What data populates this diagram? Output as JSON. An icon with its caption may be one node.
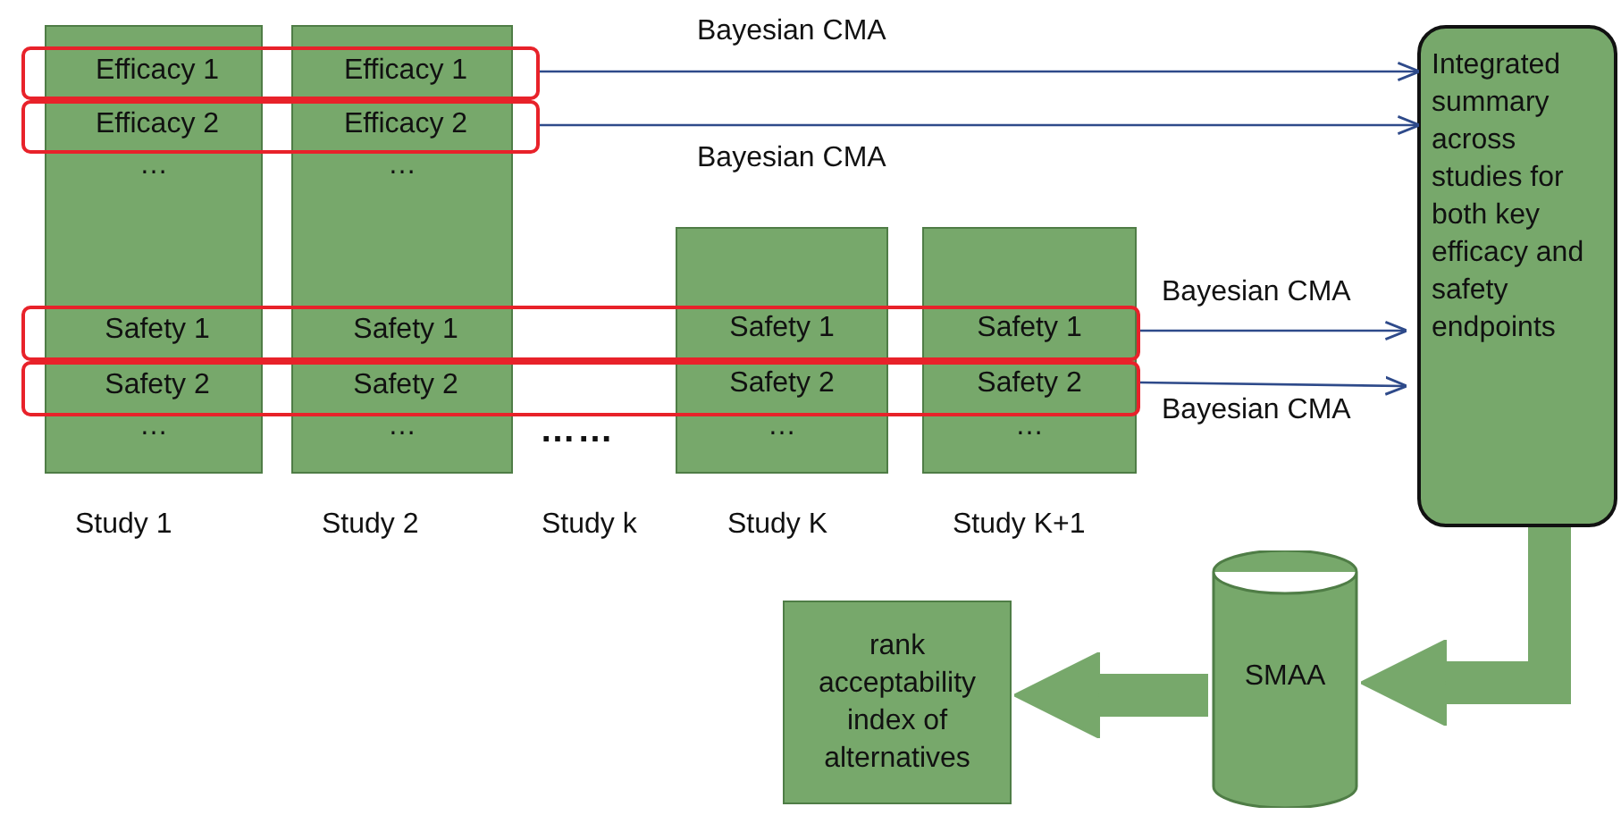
{
  "diagram": {
    "nodes": [
      {
        "text": [
          "…",
          "…"
        ],
        "beside": [
          "Study 1"
        ]
      },
      {
        "text": [
          "…",
          "…"
        ],
        "beside": [
          "Study 2"
        ]
      },
      {
        "text": [
          "Safety 1",
          "Safety 2",
          "…"
        ],
        "beside": [
          "Study K"
        ]
      },
      {
        "text": [
          "Safety 1",
          "Safety 2",
          "…"
        ],
        "beside": [
          "Study K+1"
        ]
      },
      {
        "text": [
          "Efficacy 1",
          "Efficacy 1"
        ]
      },
      {
        "text": [
          "Efficacy 2",
          "Efficacy 2"
        ]
      },
      {
        "text": [
          "Safety 1",
          "Safety 1"
        ]
      },
      {
        "text": [
          "Safety 2",
          "Safety 2"
        ]
      },
      {
        "text": [
          "Integrated summary across studies for both key efficacy and safety endpoints"
        ]
      },
      {
        "text": [
          "SMAA"
        ]
      },
      {
        "text": [
          "rank acceptability index of alternatives"
        ]
      }
    ],
    "edges": [
      {
        "from": 4,
        "to": 8,
        "arrow": "to",
        "label": "Bayesian CMA"
      },
      {
        "from": 5,
        "to": 8,
        "arrow": "to",
        "label": "Bayesian CMA"
      },
      {
        "from": 6,
        "to": 8,
        "arrow": "to",
        "label": "Bayesian CMA"
      },
      {
        "from": 7,
        "to": 8,
        "arrow": "to",
        "label": "Bayesian CMA"
      },
      {
        "from": 8,
        "to": 9,
        "arrow": "to",
        "style": "thick",
        "color": "#77a86b"
      },
      {
        "from": 9,
        "to": 10,
        "arrow": "to",
        "style": "thick",
        "color": "#77a86b"
      }
    ],
    "labels": [
      "……",
      "Study k"
    ]
  }
}
